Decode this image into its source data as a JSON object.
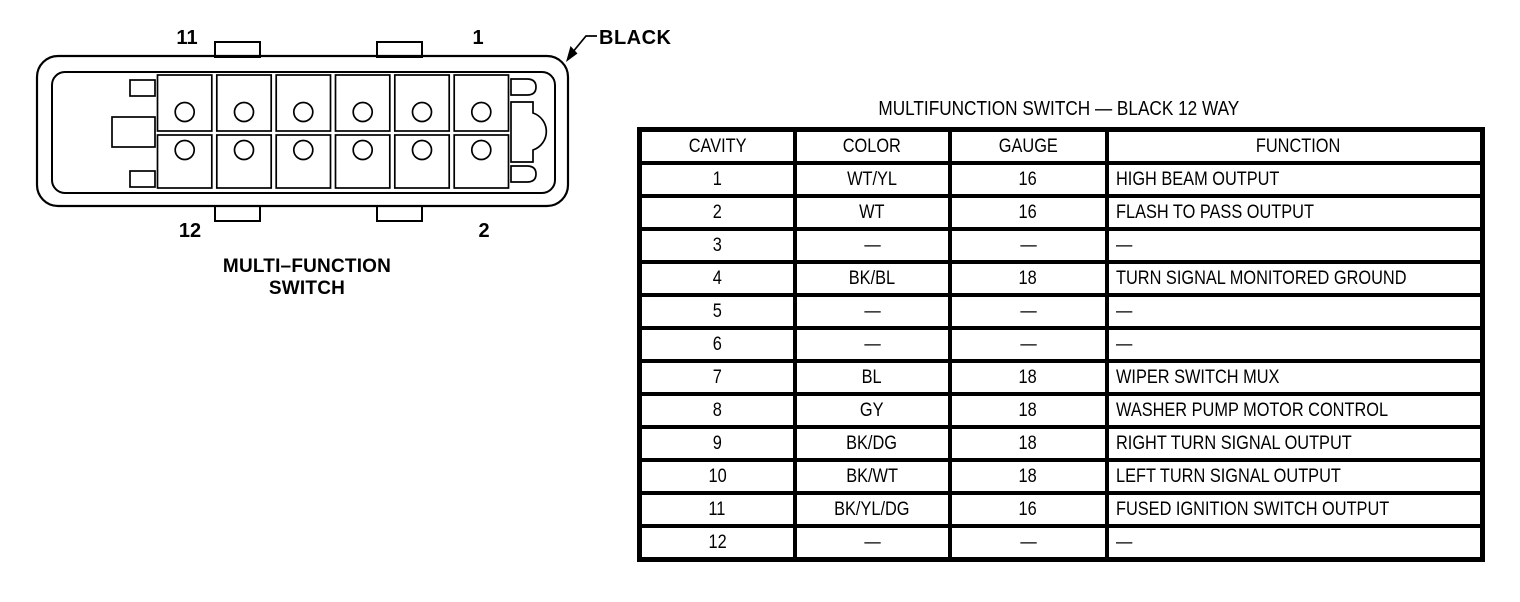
{
  "diagram": {
    "pin_top_left": "11",
    "pin_top_right": "1",
    "pin_bottom_left": "12",
    "pin_bottom_right": "2",
    "connector_color_label": "BLACK",
    "caption_line1": "MULTI–FUNCTION",
    "caption_line2": "SWITCH"
  },
  "table": {
    "title": "MULTIFUNCTION SWITCH — BLACK 12 WAY",
    "columns": [
      "CAVITY",
      "COLOR",
      "GAUGE",
      "FUNCTION"
    ],
    "rows": [
      {
        "cavity": "1",
        "color": "WT/YL",
        "gauge": "16",
        "function": "HIGH BEAM OUTPUT"
      },
      {
        "cavity": "2",
        "color": "WT",
        "gauge": "16",
        "function": "FLASH TO PASS OUTPUT"
      },
      {
        "cavity": "3",
        "color": "—",
        "gauge": "—",
        "function": "—"
      },
      {
        "cavity": "4",
        "color": "BK/BL",
        "gauge": "18",
        "function": "TURN SIGNAL MONITORED GROUND"
      },
      {
        "cavity": "5",
        "color": "—",
        "gauge": "—",
        "function": "—"
      },
      {
        "cavity": "6",
        "color": "—",
        "gauge": "—",
        "function": "—"
      },
      {
        "cavity": "7",
        "color": "BL",
        "gauge": "18",
        "function": "WIPER SWITCH MUX"
      },
      {
        "cavity": "8",
        "color": "GY",
        "gauge": "18",
        "function": "WASHER PUMP MOTOR CONTROL"
      },
      {
        "cavity": "9",
        "color": "BK/DG",
        "gauge": "18",
        "function": "RIGHT TURN SIGNAL OUTPUT"
      },
      {
        "cavity": "10",
        "color": "BK/WT",
        "gauge": "18",
        "function": "LEFT TURN SIGNAL OUTPUT"
      },
      {
        "cavity": "11",
        "color": "BK/YL/DG",
        "gauge": "16",
        "function": "FUSED IGNITION SWITCH OUTPUT"
      },
      {
        "cavity": "12",
        "color": "—",
        "gauge": "—",
        "function": "—"
      }
    ]
  },
  "colors": {
    "ink": "#000000",
    "paper": "#ffffff"
  }
}
